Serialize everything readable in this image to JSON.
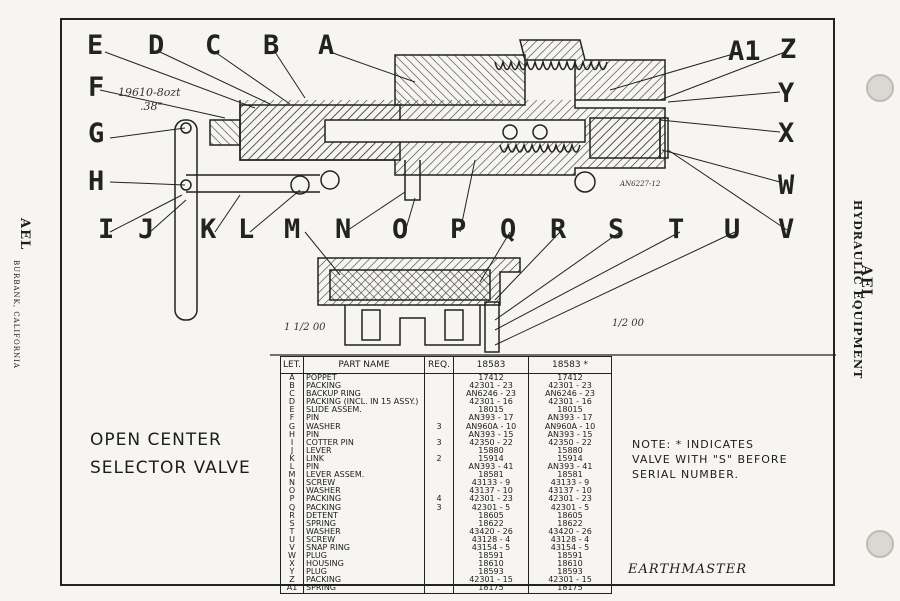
{
  "header": {
    "brand": "AEL",
    "brand_left": "AEL",
    "location": "BURBANK, CALIFORNIA",
    "department": "HYDRAULIC EQUIPMENT"
  },
  "drawing": {
    "top_letters": [
      "E",
      "D",
      "C",
      "B",
      "A"
    ],
    "top_right_letters": [
      "A1",
      "Z"
    ],
    "left_letters": [
      "F",
      "G",
      "H"
    ],
    "right_letters": [
      "Y",
      "X",
      "W"
    ],
    "bottom_letters": [
      "I",
      "J",
      "K",
      "L",
      "M",
      "N",
      "O",
      "P",
      "Q",
      "R",
      "S",
      "T",
      "U",
      "V"
    ],
    "hand_note_1": "19610-8ozt",
    "hand_note_2": ".38\"",
    "hand_note_3": "AN6227-12",
    "hand_note_4": "1 1/2 00",
    "hand_note_5": "1/2 00"
  },
  "title": {
    "line1": "OPEN CENTER",
    "line2": "SELECTOR VALVE"
  },
  "note": {
    "line1": "NOTE: * INDICATES",
    "line2": "VALVE WITH \"S\" BEFORE",
    "line3": "SERIAL NUMBER."
  },
  "signature": "EARTHMASTER",
  "table": {
    "headers": [
      "LET.",
      "PART NAME",
      "REQ.",
      "18583",
      "18583 *"
    ],
    "rows": [
      [
        "A",
        "POPPET",
        "",
        "17412",
        "17412"
      ],
      [
        "B",
        "PACKING",
        "",
        "42301 - 23",
        "42301 - 23"
      ],
      [
        "C",
        "BACKUP RING",
        "",
        "AN6246 - 23",
        "AN6246 - 23"
      ],
      [
        "D",
        "PACKING (INCL. IN 15 ASSY.)",
        "",
        "42301 - 16",
        "42301 - 16"
      ],
      [
        "E",
        "SLIDE ASSEM.",
        "",
        "18015",
        "18015"
      ],
      [
        "F",
        "PIN",
        "",
        "AN393 - 17",
        "AN393 - 17"
      ],
      [
        "G",
        "WASHER",
        "3",
        "AN960A - 10",
        "AN960A - 10"
      ],
      [
        "H",
        "PIN",
        "",
        "AN393 - 15",
        "AN393 - 15"
      ],
      [
        "I",
        "COTTER PIN",
        "3",
        "42350 - 22",
        "42350 - 22"
      ],
      [
        "J",
        "LEVER",
        "",
        "15880",
        "15880"
      ],
      [
        "K",
        "LINK",
        "2",
        "15914",
        "15914"
      ],
      [
        "L",
        "PIN",
        "",
        "AN393 - 41",
        "AN393 - 41"
      ],
      [
        "M",
        "LEVER ASSEM.",
        "",
        "18581",
        "18581"
      ],
      [
        "N",
        "SCREW",
        "",
        "43133 - 9",
        "43133 - 9"
      ],
      [
        "O",
        "WASHER",
        "",
        "43137 - 10",
        "43137 - 10"
      ],
      [
        "P",
        "PACKING",
        "4",
        "42301 - 23",
        "42301 - 23"
      ],
      [
        "Q",
        "PACKING",
        "3",
        "42301 - 5",
        "42301 - 5"
      ],
      [
        "R",
        "DETENT",
        "",
        "18605",
        "18605"
      ],
      [
        "S",
        "SPRING",
        "",
        "18622",
        "18622"
      ],
      [
        "T",
        "WASHER",
        "",
        "43420 - 26",
        "43420 - 26"
      ],
      [
        "U",
        "SCREW",
        "",
        "43128 - 4",
        "43128 - 4"
      ],
      [
        "V",
        "SNAP RING",
        "",
        "43154 - 5",
        "43154 - 5"
      ],
      [
        "W",
        "PLUG",
        "",
        "18591",
        "18591"
      ],
      [
        "X",
        "HOUSING",
        "",
        "18610",
        "18610"
      ],
      [
        "Y",
        "PLUG",
        "",
        "18593",
        "18593"
      ],
      [
        "Z",
        "PACKING",
        "",
        "42301 - 15",
        "42301 - 15"
      ],
      [
        "A1",
        "SPRING",
        "",
        "18175",
        "18175"
      ]
    ]
  }
}
